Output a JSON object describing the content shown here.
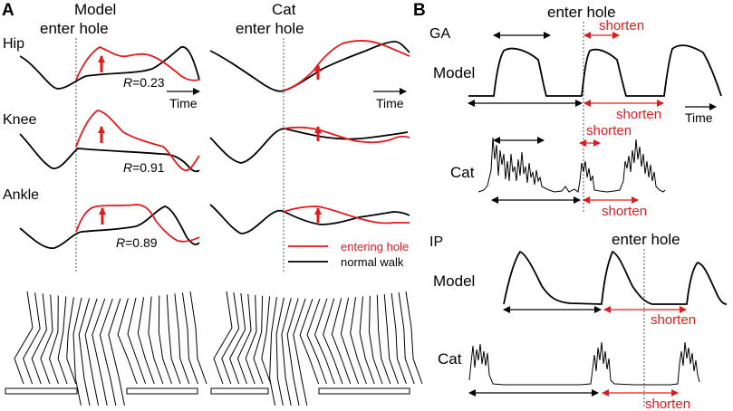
{
  "colors": {
    "black": "#000000",
    "red": "#e31a1c",
    "gray": "#555555"
  },
  "panelA": {
    "letter": "A",
    "col_model": "Model",
    "col_cat": "Cat",
    "enter_hole_model": "enter hole",
    "enter_hole_cat": "enter hole",
    "rows": [
      {
        "label": "Hip",
        "r_prefix": "R",
        "r_value": "=0.23"
      },
      {
        "label": "Knee",
        "r_prefix": "R",
        "r_value": "=0.91"
      },
      {
        "label": "Ankle",
        "r_prefix": "R",
        "r_value": "=0.89"
      }
    ],
    "time_label": "Time",
    "legend": {
      "entering": "entering hole",
      "normal": "normal walk"
    }
  },
  "panelB": {
    "letter": "B",
    "ga": {
      "title": "GA",
      "enter_hole": "enter hole",
      "model_label": "Model",
      "cat_label": "Cat",
      "shorten": "shorten",
      "time_label": "Time"
    },
    "ip": {
      "title": "IP",
      "enter_hole": "enter hole",
      "model_label": "Model",
      "cat_label": "Cat",
      "shorten": "shorten"
    }
  },
  "chart_data": [
    {
      "type": "line",
      "panel": "A",
      "xlabel": "Time",
      "series": [
        {
          "name": "entering hole",
          "color": "#e31a1c"
        },
        {
          "name": "normal walk",
          "color": "#000000"
        }
      ],
      "annotations": [
        "Hip R=0.23",
        "Knee R=0.91",
        "Ankle R=0.89"
      ]
    },
    {
      "type": "line",
      "panel": "B",
      "groups": [
        "GA",
        "IP"
      ],
      "rows": [
        "Model",
        "Cat"
      ],
      "annotations": [
        "enter hole",
        "shorten"
      ]
    }
  ]
}
